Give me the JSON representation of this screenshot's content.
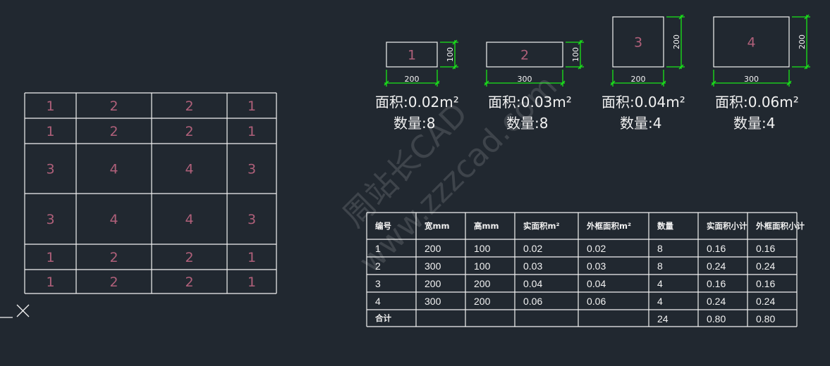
{
  "layout_grid": {
    "rows": [
      [
        "1",
        "2",
        "2",
        "1"
      ],
      [
        "1",
        "2",
        "2",
        "1"
      ],
      [
        "3",
        "4",
        "4",
        "3"
      ],
      [
        "3",
        "4",
        "4",
        "3"
      ],
      [
        "1",
        "2",
        "2",
        "1"
      ],
      [
        "1",
        "2",
        "2",
        "1"
      ]
    ]
  },
  "pieces": [
    {
      "id": "1",
      "width_label": "200",
      "height_label": "100",
      "area_label": "面积:0.02m²",
      "qty_label": "数量:8"
    },
    {
      "id": "2",
      "width_label": "300",
      "height_label": "100",
      "area_label": "面积:0.03m²",
      "qty_label": "数量:8"
    },
    {
      "id": "3",
      "width_label": "200",
      "height_label": "200",
      "area_label": "面积:0.04m²",
      "qty_label": "数量:4"
    },
    {
      "id": "4",
      "width_label": "300",
      "height_label": "200",
      "area_label": "面积:0.06m²",
      "qty_label": "数量:4"
    }
  ],
  "summary_table": {
    "headers": [
      "编号",
      "宽mm",
      "高mm",
      "实面积m²",
      "外框面积m²",
      "数量",
      "实面积小计",
      "外框面积小计"
    ],
    "rows": [
      [
        "1",
        "200",
        "100",
        "0.02",
        "0.02",
        "8",
        "0.16",
        "0.16"
      ],
      [
        "2",
        "300",
        "100",
        "0.03",
        "0.03",
        "8",
        "0.24",
        "0.24"
      ],
      [
        "3",
        "200",
        "200",
        "0.04",
        "0.04",
        "4",
        "0.16",
        "0.16"
      ],
      [
        "4",
        "300",
        "200",
        "0.06",
        "0.06",
        "4",
        "0.24",
        "0.24"
      ]
    ],
    "total_row": [
      "合计",
      "",
      "",
      "",
      "",
      "24",
      "0.80",
      "0.80"
    ]
  },
  "watermark": {
    "line1": "周站长CAD",
    "line2": "www.zzzcad.com"
  },
  "colors": {
    "background": "#212830",
    "lines": "#f2f2f2",
    "numbers": "#b0607a",
    "dimensions": "#19e619"
  }
}
